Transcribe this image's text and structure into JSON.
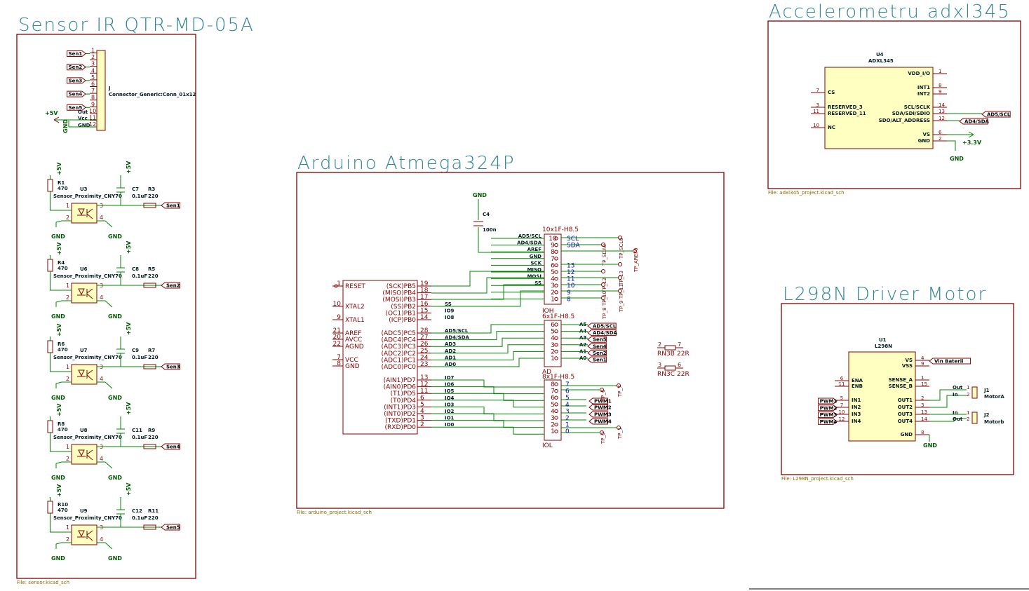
{
  "sheets": {
    "sensor": {
      "title": "Sensor IR QTR-MD-05A",
      "file": "File: sensor.kicad_sch"
    },
    "arduino": {
      "title": "Arduino Atmega324P",
      "file": "File: arduino_project.kicad_sch"
    },
    "accel": {
      "title": "Accelerometru adxl345",
      "file": "File: adxl345_project.kicad_sch"
    },
    "driver": {
      "title": "L298N Driver Motor",
      "file": "File: L298N_project.kicad_sch"
    }
  },
  "sensor": {
    "connector": {
      "ref": "J",
      "value": "Connector_Generic:Conn_01x12",
      "pins": [
        "1",
        "2",
        "3",
        "4",
        "5",
        "6",
        "7",
        "8",
        "9",
        "10",
        "11",
        "12"
      ],
      "pin_labels": [
        "Sen1",
        "Sen2",
        "Sen3",
        "Sen4",
        "Sen5"
      ],
      "power_names": [
        "Out",
        "Vcc",
        "GND"
      ],
      "vplus": "+5V",
      "gnd": "GND"
    },
    "blocks": [
      {
        "r": "R1",
        "r_val": "470",
        "u": "U3",
        "c": "C7",
        "c_val": "0.1uF",
        "rr": "R3",
        "rr_val": "220",
        "out": "Sen1"
      },
      {
        "r": "R4",
        "r_val": "470",
        "u": "U6",
        "c": "C8",
        "c_val": "0.1uF",
        "rr": "R5",
        "rr_val": "220",
        "out": "Sen2"
      },
      {
        "r": "R6",
        "r_val": "470",
        "u": "U7",
        "c": "C9",
        "c_val": "0.1uF",
        "rr": "R7",
        "rr_val": "220",
        "out": "Sen3"
      },
      {
        "r": "R8",
        "r_val": "470",
        "u": "U8",
        "c": "C11",
        "c_val": "0.1uF",
        "rr": "R9",
        "rr_val": "220",
        "out": "Sen4"
      },
      {
        "r": "R10",
        "r_val": "470",
        "u": "U9",
        "c": "C12",
        "c_val": "0.1uF",
        "rr": "R11",
        "rr_val": "220",
        "out": "Sen5"
      }
    ],
    "sensor_part": "Sensor_Proximity_CNY70",
    "vplus": "+5V",
    "gnd": "GND"
  },
  "arduino": {
    "cap": {
      "ref": "C4",
      "val": "100n",
      "gnd": "GND"
    },
    "left_pins": [
      {
        "num": "1",
        "name": "RESET"
      },
      {
        "num": "10",
        "name": "XTAL2"
      },
      {
        "num": "9",
        "name": "XTAL1"
      },
      {
        "num": "21",
        "name": "AREF"
      },
      {
        "num": "20",
        "name": "AVCC"
      },
      {
        "num": "22",
        "name": "AGND"
      },
      {
        "num": "7",
        "name": "VCC"
      },
      {
        "num": "8",
        "name": "GND"
      }
    ],
    "portb": [
      {
        "name": "(SCK)PB5",
        "num": "19",
        "net": ""
      },
      {
        "name": "(MISO)PB4",
        "num": "18",
        "net": ""
      },
      {
        "name": "(MOSI)PB3",
        "num": "17",
        "net": ""
      },
      {
        "name": "(SS)PB2",
        "num": "16",
        "net": "SS"
      },
      {
        "name": "(OC1)PB1",
        "num": "15",
        "net": "IO9"
      },
      {
        "name": "(ICP)PB0",
        "num": "14",
        "net": "IO8"
      }
    ],
    "portc": [
      {
        "name": "(ADC5)PC5",
        "num": "28",
        "net": "AD5/SCL"
      },
      {
        "name": "(ADC4)PC4",
        "num": "27",
        "net": "AD4/SDA"
      },
      {
        "name": "(ADC3)PC3",
        "num": "26",
        "net": "AD3"
      },
      {
        "name": "(ADC2)PC2",
        "num": "25",
        "net": "AD2"
      },
      {
        "name": "(ADC1)PC1",
        "num": "24",
        "net": "AD1"
      },
      {
        "name": "(ADC0)PC0",
        "num": "23",
        "net": "AD0"
      }
    ],
    "portd": [
      {
        "name": "(AIN1)PD7",
        "num": "13",
        "net": "IO7"
      },
      {
        "name": "(AIN0)PD6",
        "num": "12",
        "net": "IO6"
      },
      {
        "name": "(T1)PD5",
        "num": "11",
        "net": "IO5"
      },
      {
        "name": "(T0)PD4",
        "num": "6",
        "net": "IO4"
      },
      {
        "name": "(INT1)PD3",
        "num": "5",
        "net": "IO3"
      },
      {
        "name": "(INT0)PD2",
        "num": "4",
        "net": "IO2"
      },
      {
        "name": "(TXD)PD1",
        "num": "3",
        "net": "IO1"
      },
      {
        "name": "(RXD)PD0",
        "num": "2",
        "net": "IO0"
      }
    ],
    "ioh": {
      "title": "10x1F-H8.5",
      "name": "IOH",
      "nets": [
        "AD5/SCL",
        "AD4/SDA",
        "AREF",
        "GND",
        "SCK",
        "MISO",
        "MOSI",
        "SS",
        "",
        ""
      ],
      "pins": [
        "10",
        "9",
        "8",
        "7",
        "6",
        "5",
        "4",
        "3",
        "2",
        "1"
      ],
      "right": [
        "SCL",
        "SDA",
        "",
        "",
        "13",
        "12",
        "11",
        "10",
        "9",
        "8"
      ],
      "tps": [
        "TP_SCL0",
        "TP_SDA0",
        "TP_AREF0",
        "TP_13",
        "TP_12",
        "TP_11",
        "TP_10",
        "TP_9",
        "TP_8"
      ]
    },
    "ad": {
      "title": "6x1F-H8.5",
      "name": "AD",
      "pins": [
        "6",
        "5",
        "4",
        "3",
        "2",
        "1"
      ],
      "right": [
        "A5",
        "A4",
        "A3",
        "A2",
        "A1",
        "A0"
      ],
      "labels": [
        "AD5/SCL",
        "AD4/SDA",
        "Sen5",
        "Sen4",
        "Sen2",
        "Sen1"
      ]
    },
    "iol": {
      "title": "8x1F-H8.5",
      "name": "IOL",
      "pins": [
        "8",
        "7",
        "6",
        "5",
        "4",
        "3",
        "2",
        "1"
      ],
      "right": [
        "7",
        "6",
        "5",
        "4",
        "3",
        "2",
        "1",
        "0"
      ],
      "labels": [
        "PWM4",
        "PWM3",
        "PWM2",
        "PWM1"
      ],
      "tps": [
        "TP_6",
        "TP_7",
        "TP_0",
        "TP_1"
      ]
    },
    "rn3b": {
      "ref": "RN3B",
      "val": "22R",
      "p1": "2",
      "p2": "7"
    },
    "rn3c": {
      "ref": "RN3C",
      "val": "22R",
      "p1": "3",
      "p2": "6"
    }
  },
  "accel": {
    "ref": "U4",
    "value": "ADXL345",
    "left": [
      {
        "num": "7",
        "name": "CS"
      },
      {
        "num": "3",
        "name": "RESERVED_3"
      },
      {
        "num": "11",
        "name": "RESERVED_11"
      },
      {
        "num": "10",
        "name": "NC"
      }
    ],
    "right": [
      {
        "num": "1",
        "name": "VDD_I/O"
      },
      {
        "num": "8",
        "name": "INT1"
      },
      {
        "num": "9",
        "name": "INT2"
      },
      {
        "num": "14",
        "name": "SCL/SCLK"
      },
      {
        "num": "13",
        "name": "SDA/SDI/SDIO"
      },
      {
        "num": "12",
        "name": "SDO/ALT_ADDRESS"
      },
      {
        "num": "6",
        "name": "VS"
      },
      {
        "num": "2",
        "name": "GND"
      }
    ],
    "labels": [
      "AD5/SCL",
      "AD4/SDA"
    ],
    "vplus": "+3.3V",
    "gnd": "GND"
  },
  "driver": {
    "ref": "U1",
    "value": "L298N",
    "left": [
      {
        "num": "6",
        "name": "ENA"
      },
      {
        "num": "11",
        "name": "ENB"
      },
      {
        "num": "5",
        "name": "IN1"
      },
      {
        "num": "7",
        "name": "IN2"
      },
      {
        "num": "10",
        "name": "IN3"
      },
      {
        "num": "12",
        "name": "IN4"
      }
    ],
    "right": [
      {
        "num": "4",
        "name": "VS"
      },
      {
        "num": "9",
        "name": "VSS"
      },
      {
        "num": "1",
        "name": "SENSE_A"
      },
      {
        "num": "15",
        "name": "SENSE_B"
      },
      {
        "num": "2",
        "name": "OUT1"
      },
      {
        "num": "3",
        "name": "OUT2"
      },
      {
        "num": "13",
        "name": "OUT3"
      },
      {
        "num": "14",
        "name": "OUT4"
      },
      {
        "num": "8",
        "name": "GND"
      }
    ],
    "inputs": [
      "PWM1",
      "PWM2",
      "PWM3",
      "PWM4"
    ],
    "vin": "Vin Baterii",
    "j1": {
      "ref": "J1",
      "val": "MotorA",
      "p1": "Out",
      "p2": "In"
    },
    "j2": {
      "ref": "J2",
      "val": "Motorb",
      "p1": "In",
      "p2": "Out"
    },
    "gnd": "GND"
  }
}
